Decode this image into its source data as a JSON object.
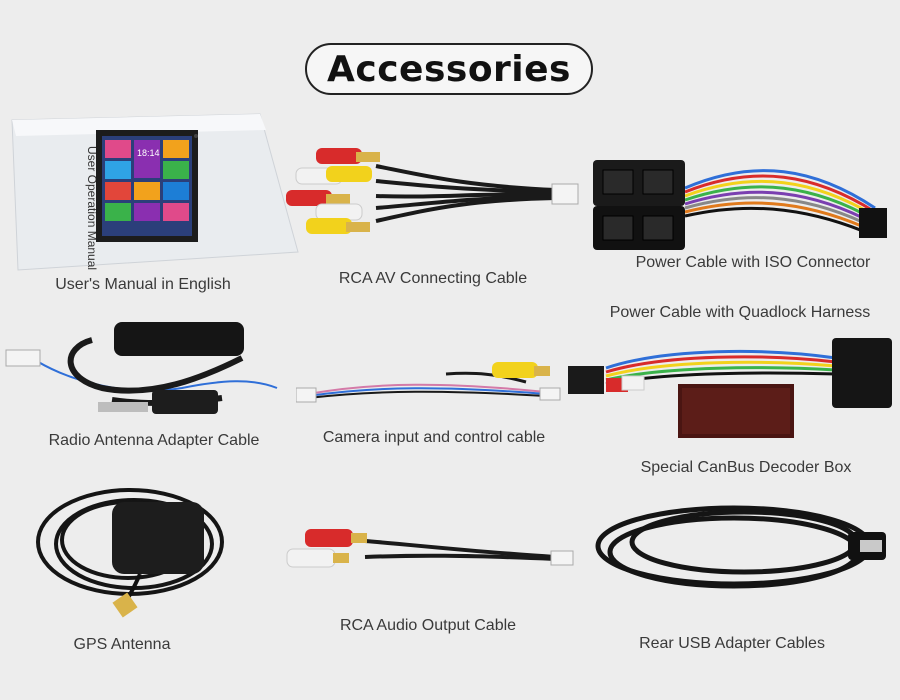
{
  "title": "Accessories",
  "manual_cover_text": "User Operation Manual",
  "screen_clock": "18:14",
  "items": [
    {
      "name": "User's Manual in English"
    },
    {
      "name": "RCA AV Connecting Cable"
    },
    {
      "name": "Power Cable with ISO Connector"
    },
    {
      "name": "Power Cable with Quadlock Harness"
    },
    {
      "name": "Radio Antenna Adapter Cable"
    },
    {
      "name": "Camera input and control cable"
    },
    {
      "name": "Special CanBus Decoder Box"
    },
    {
      "name": "GPS Antenna"
    },
    {
      "name": "RCA Audio Output Cable"
    },
    {
      "name": "Rear USB Adapter Cables"
    }
  ]
}
